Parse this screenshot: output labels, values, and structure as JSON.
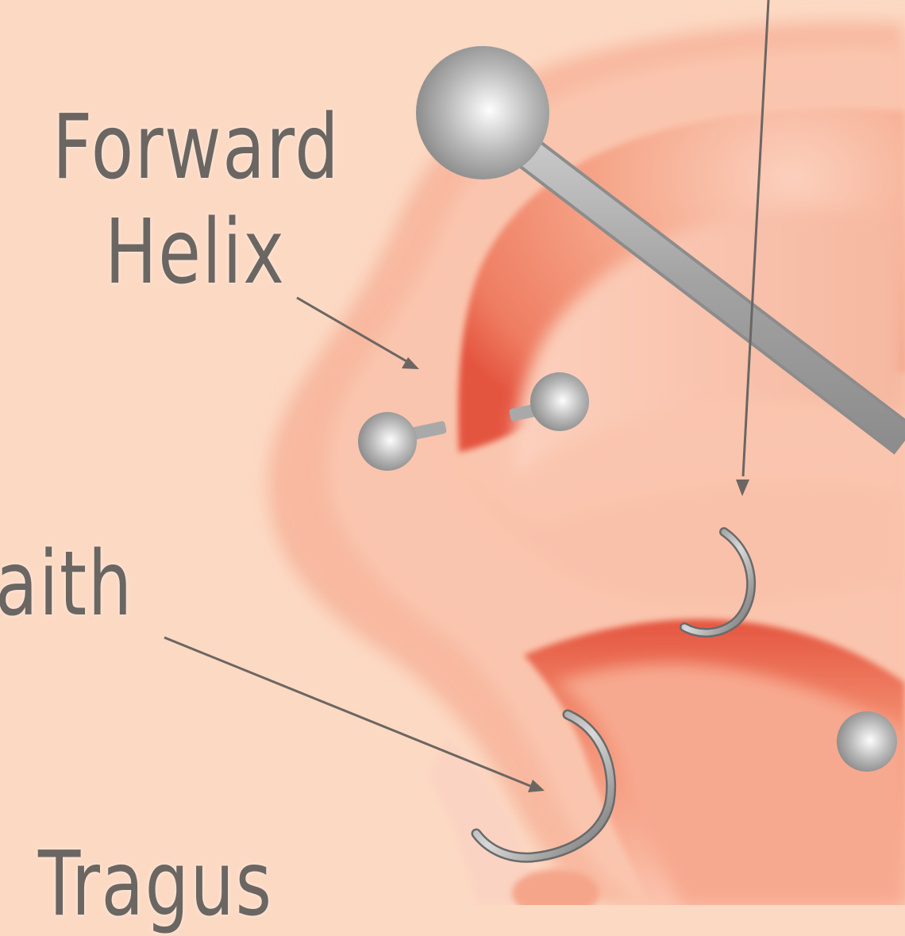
{
  "labels": {
    "forward_helix_line1": "Forward",
    "forward_helix_line2": "Helix",
    "daith": "aith",
    "tragus": "Tragus"
  },
  "colors": {
    "background": "#fcd9c3",
    "skin_light": "#fbc8b0",
    "skin_mid": "#f4a78b",
    "skin_deep": "#e4553f",
    "metal_light": "#f2f2f2",
    "metal_dark": "#7d7d7d",
    "text_and_lines": "#6b6662"
  },
  "icons": [
    "ball-stud",
    "industrial-barbell",
    "captive-ring",
    "pointer-arrow"
  ]
}
